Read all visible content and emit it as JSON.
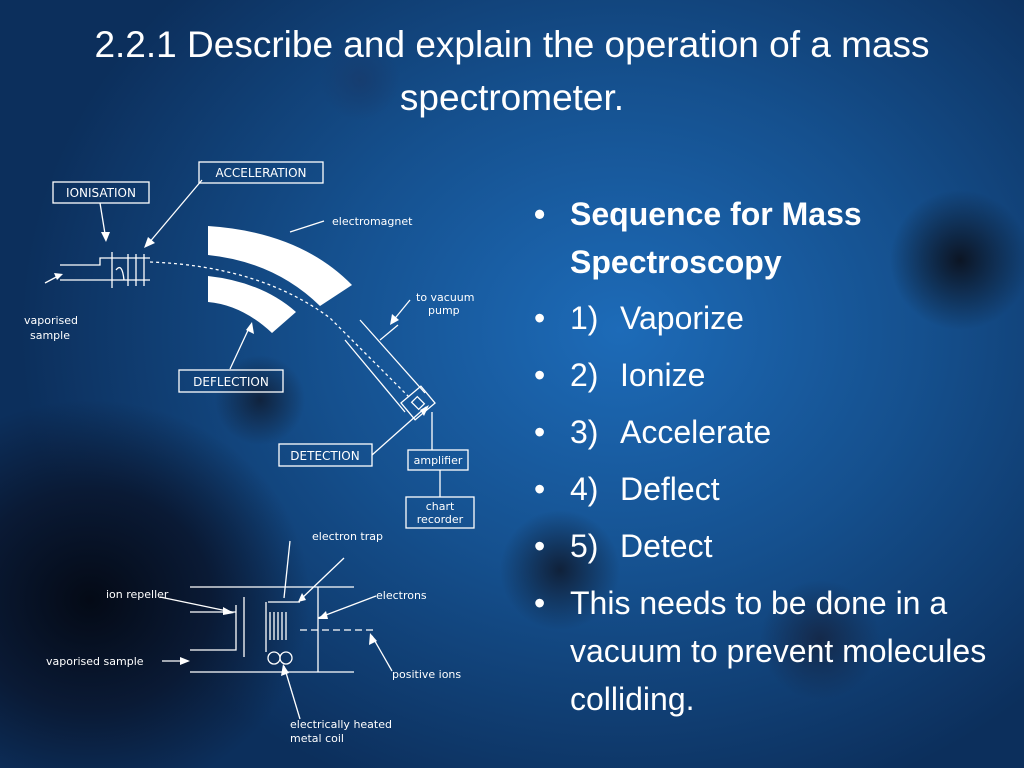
{
  "slide": {
    "title": "2.2.1 Describe and explain the operation of a mass spectrometer.",
    "bullets": {
      "heading": "Sequence for Mass Spectroscopy",
      "steps": [
        {
          "num": "1)",
          "label": "Vaporize"
        },
        {
          "num": "2)",
          "label": "Ionize"
        },
        {
          "num": "3)",
          "label": "Accelerate"
        },
        {
          "num": "4)",
          "label": "Deflect"
        },
        {
          "num": "5)",
          "label": "Detect"
        }
      ],
      "note": "This needs to be done in a vacuum to prevent molecules colliding.",
      "marker": "•"
    }
  },
  "diagram": {
    "boxes": {
      "ionisation": "IONISATION",
      "acceleration": "ACCELERATION",
      "deflection": "DEFLECTION",
      "detection": "DETECTION",
      "amplifier": "amplifier",
      "chart_recorder_1": "chart",
      "chart_recorder_2": "recorder"
    },
    "labels": {
      "electromagnet": "electromagnet",
      "vacuum_1": "to vacuum",
      "vacuum_2": "pump",
      "vaporised_1": "vaporised",
      "vaporised_2": "sample",
      "electron_trap": "electron trap",
      "ion_repeller": "ion repeller",
      "electrons": "electrons",
      "vaporised_sample": "vaporised sample",
      "positive_ions": "positive ions",
      "heated_1": "electrically heated",
      "heated_2": "metal coil"
    }
  }
}
